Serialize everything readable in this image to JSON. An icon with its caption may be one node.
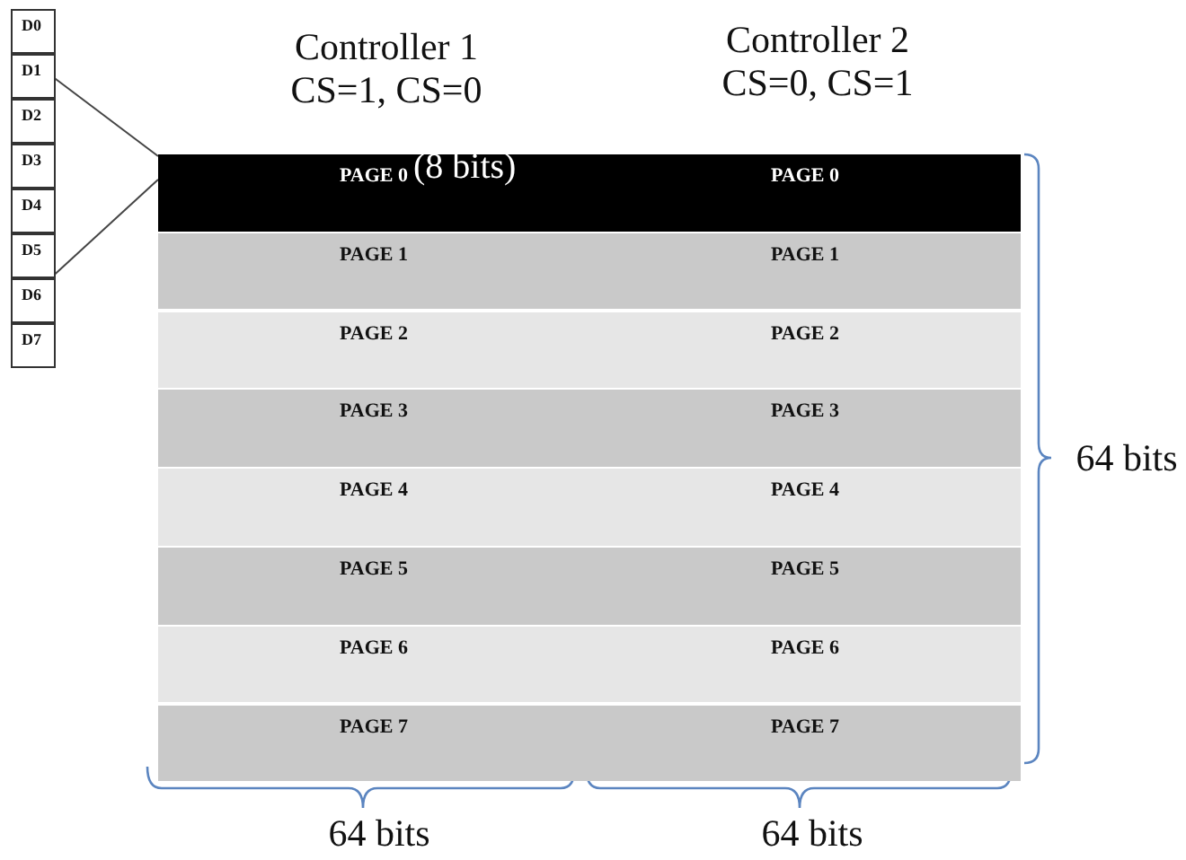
{
  "diagram": {
    "nodes": [
      {
        "text": [
          "D0"
        ]
      },
      {
        "text": [
          "D1"
        ]
      },
      {
        "text": [
          "D2"
        ]
      },
      {
        "text": [
          "D3"
        ]
      },
      {
        "text": [
          "D4"
        ]
      },
      {
        "text": [
          "D5"
        ]
      },
      {
        "text": [
          "D6"
        ]
      },
      {
        "text": [
          "D7"
        ]
      },
      {
        "text": [
          "PAGE 0",
          "(8 bits)"
        ]
      },
      {
        "text": [
          "PAGE 0"
        ]
      },
      {
        "text": [
          "PAGE 1"
        ]
      },
      {
        "text": [
          "PAGE 1"
        ]
      },
      {
        "text": [
          "PAGE 2"
        ]
      },
      {
        "text": [
          "PAGE 2"
        ]
      },
      {
        "text": [
          "PAGE 3"
        ]
      },
      {
        "text": [
          "PAGE 3"
        ]
      },
      {
        "text": [
          "PAGE 4"
        ]
      },
      {
        "text": [
          "PAGE 4"
        ]
      },
      {
        "text": [
          "PAGE 5"
        ]
      },
      {
        "text": [
          "PAGE 5"
        ]
      },
      {
        "text": [
          "PAGE 6"
        ]
      },
      {
        "text": [
          "PAGE 6"
        ]
      },
      {
        "text": [
          "PAGE 7"
        ]
      },
      {
        "text": [
          "PAGE 7"
        ]
      }
    ],
    "edges": [
      {
        "from": 1,
        "to": 8,
        "arrow": "none"
      },
      {
        "from": 6,
        "to": 8,
        "arrow": "none"
      }
    ],
    "labels": [
      "Controller 1",
      "CS=1, CS=0",
      "Controller 2",
      "CS=0, CS=1",
      "64 bits",
      "64 bits",
      "64 bits"
    ]
  }
}
